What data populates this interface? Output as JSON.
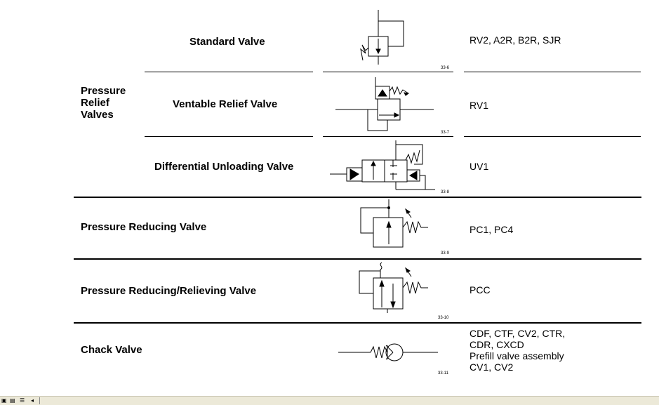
{
  "group_label": "Pressure Relief Valves",
  "rows": [
    {
      "name": "Standard Valve",
      "codes": [
        "RV2, A2R, B2R, SJR"
      ],
      "fig": "33-6"
    },
    {
      "name": "Ventable Relief Valve",
      "codes": [
        "RV1"
      ],
      "fig": "33-7"
    },
    {
      "name": "Differential Unloading Valve",
      "codes": [
        "UV1"
      ],
      "fig": "33-8"
    },
    {
      "name": "Pressure Reducing Valve",
      "codes": [
        "PC1, PC4"
      ],
      "fig": "33-9"
    },
    {
      "name": "Pressure Reducing/Relieving Valve",
      "codes": [
        "PCC"
      ],
      "fig": "33-10"
    },
    {
      "name": "Chack Valve",
      "codes": [
        "CDF, CTF, CV2, CTR,",
        "CDR, CXCD",
        "Prefill valve assembly",
        "CV1, CV2"
      ],
      "fig": "33-11"
    }
  ],
  "statusbar": {
    "icons": [
      "view-normal-icon",
      "view-layout-icon",
      "view-outline-icon",
      "scroll-left-icon"
    ]
  }
}
